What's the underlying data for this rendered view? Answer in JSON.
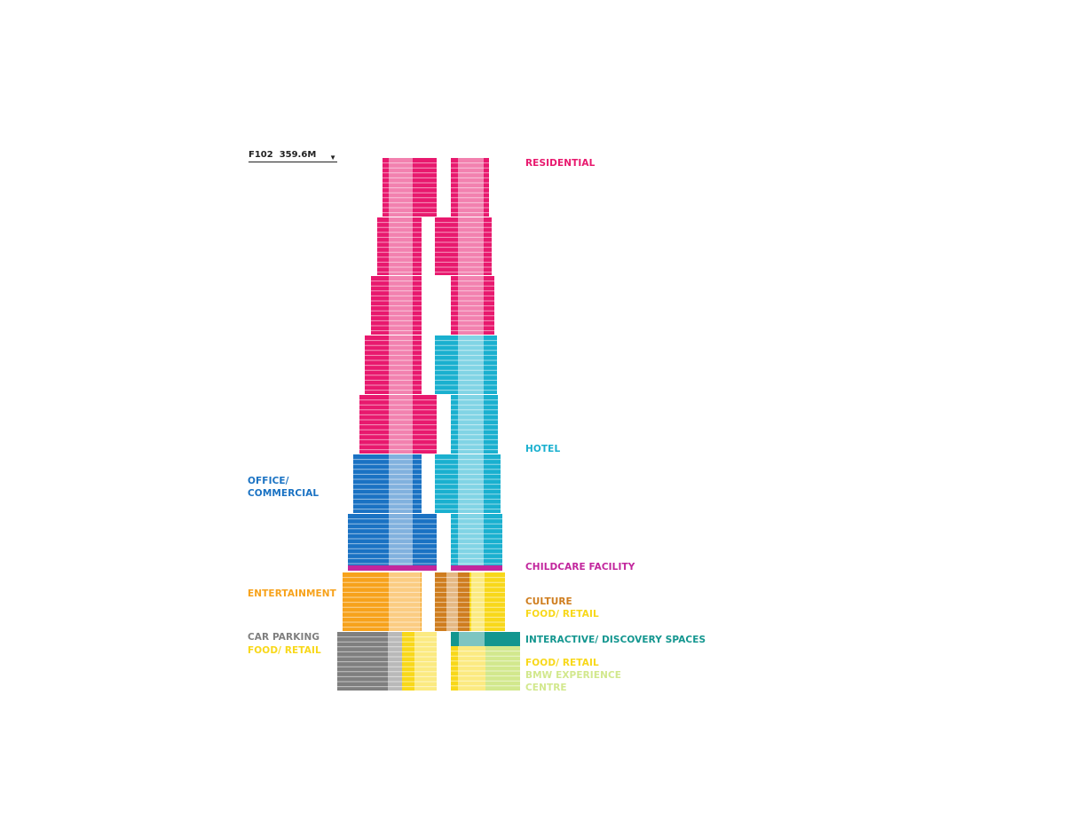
{
  "height_marker": {
    "floor": "F102",
    "height": "359.6M",
    "arrow_icon": "down-triangle-icon"
  },
  "labels": {
    "residential": "RESIDENTIAL",
    "hotel": "HOTEL",
    "office": "OFFICE/\nCOMMERCIAL",
    "childcare": "CHILDCARE FACILITY",
    "entertainment": "ENTERTAINMENT",
    "culture": "CULTURE",
    "food_retail_upper": "FOOD/ RETAIL",
    "car_parking": "CAR PARKING",
    "food_retail_left": "FOOD/ RETAIL",
    "interactive": "INTERACTIVE/ DISCOVERY SPACES",
    "food_retail_lower": "FOOD/ RETAIL",
    "bmw": "BMW EXPERIENCE\nCENTRE"
  },
  "colors": {
    "residential": "#e8196e",
    "hotel": "#1ab0cf",
    "office": "#1a72c3",
    "childcare": "#c2269d",
    "entertainment": "#f7a21b",
    "culture": "#cf7d1e",
    "food_retail": "#f8d81a",
    "car_parking": "#7f7f7f",
    "interactive": "#13968f",
    "bmw": "#d2e88d"
  },
  "program_zones": [
    {
      "use": "residential",
      "tower": "left",
      "floors_from": 40,
      "floors_to": 102
    },
    {
      "use": "residential",
      "tower": "right",
      "floors_from": 70,
      "floors_to": 102
    },
    {
      "use": "hotel",
      "tower": "right",
      "floors_from": 18,
      "floors_to": 70
    },
    {
      "use": "office",
      "tower": "left",
      "floors_from": 18,
      "floors_to": 40
    },
    {
      "use": "childcare",
      "tower": "both",
      "floors_from": 17,
      "floors_to": 18
    },
    {
      "use": "entertainment",
      "tower": "left",
      "floors_from": 10,
      "floors_to": 17
    },
    {
      "use": "culture",
      "tower": "right",
      "floors_from": 10,
      "floors_to": 17
    },
    {
      "use": "car_parking",
      "tower": "left",
      "floors_from": 0,
      "floors_to": 10
    },
    {
      "use": "interactive",
      "tower": "right",
      "floors_from": 8,
      "floors_to": 10
    },
    {
      "use": "bmw",
      "tower": "right",
      "floors_from": 0,
      "floors_to": 8
    }
  ]
}
